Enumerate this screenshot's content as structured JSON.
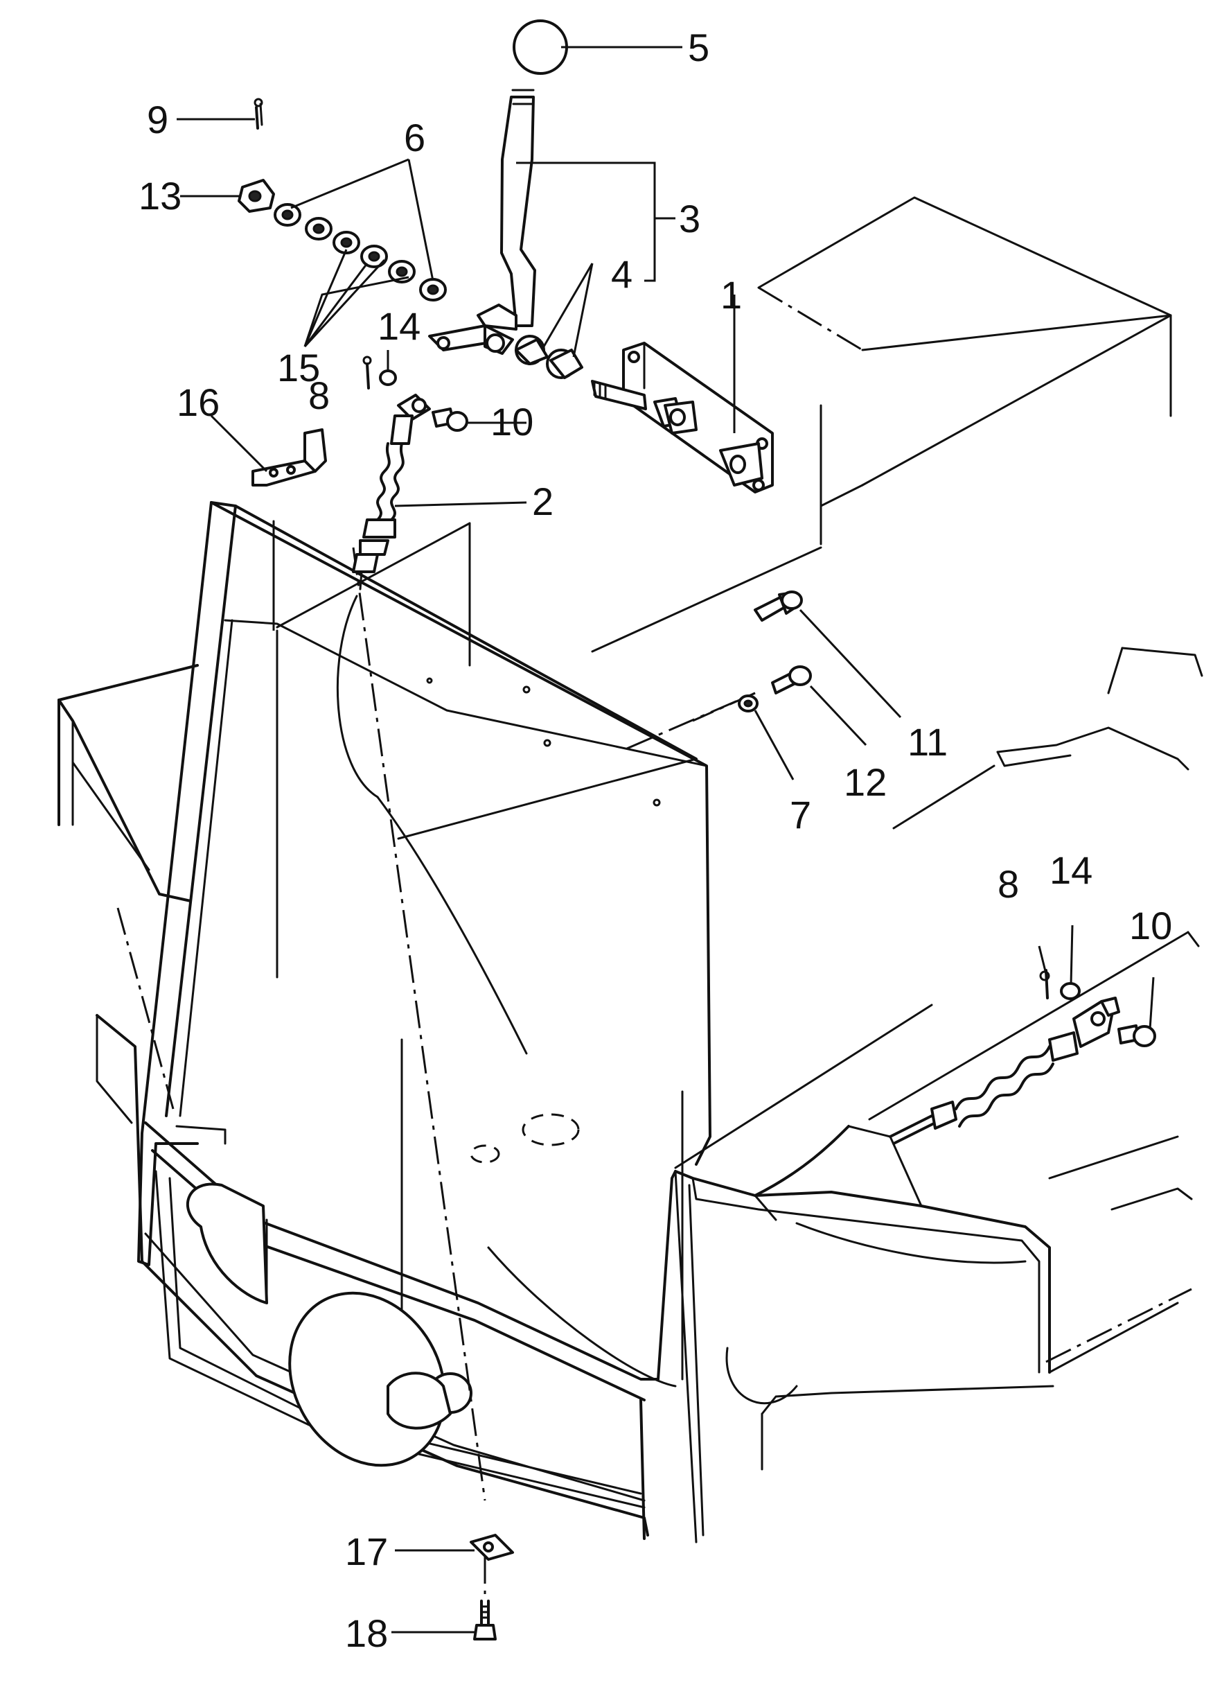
{
  "callouts": {
    "c1": "1",
    "c2": "2",
    "c3": "3",
    "c4": "4",
    "c5": "5",
    "c6": "6",
    "c7": "7",
    "c8a": "8",
    "c8b": "8",
    "c9": "9",
    "c10a": "10",
    "c10b": "10",
    "c11": "11",
    "c12": "12",
    "c13": "13",
    "c14a": "14",
    "c14b": "14",
    "c15": "15",
    "c16": "16",
    "c17": "17",
    "c18": "18"
  }
}
